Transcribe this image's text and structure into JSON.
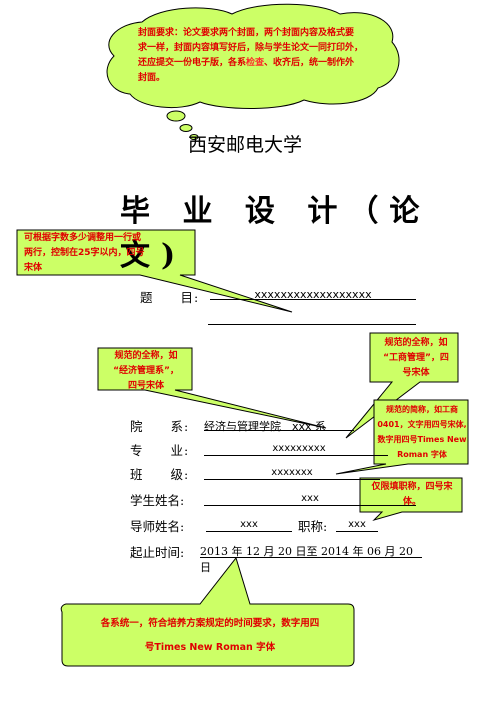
{
  "callouts": {
    "cover": {
      "prefix": "封面要求：",
      "lines": [
        "论文要求两个封面，两个封面内容及格式要",
        "求一样，封面内容填写好后，除与学生论文一同打印外，",
        "还应提交一份电子版，各系",
        "、收齐后，统一制作外",
        "封面。"
      ],
      "highlight": "检查"
    },
    "title_note": [
      "可根据字数多少调整用一行或",
      "两行，控制在25字以内，四号",
      "宋体"
    ],
    "dept_fullname": [
      "规范的全称，如",
      "“经济管理系”，",
      "四号宋体"
    ],
    "major_fullname": [
      "规范的全称，如",
      "“工商管理”，四",
      "号宋体"
    ],
    "class_abbrev": [
      "规范的简称，如工商",
      "0401，文字用四号宋体,",
      "数字用四号Times New",
      "Roman 字体"
    ],
    "title_rank": [
      "仅限填职称，四号宋",
      "体。"
    ],
    "time_note": [
      "各系统一，符合培养方案规定的时间要求，数字用四",
      "号Times New Roman  字体"
    ]
  },
  "university": "西安邮电大学",
  "main_title": "毕 业 设 计（论 文)",
  "fields": {
    "topic_label": "题　　目:",
    "topic_value": "xxxxxxxxxxxxxxxxxx",
    "dept_label": "院　　系:",
    "dept_value": "经济与管理学院　xxx 系",
    "major_label": "专　　业:",
    "major_value": "xxxxxxxxx",
    "class_label": "班　　级:",
    "class_value": "xxxxxxx",
    "student_label": "学生姓名:",
    "student_value": "xxx",
    "advisor_label": "导师姓名:",
    "advisor_value": "xxx",
    "rank_label": "职称:",
    "rank_value": "xxx",
    "time_label": "起止时间:",
    "time_value": "2013 年 12 月 20 日至 2014 年 06 月 20 日"
  },
  "colors": {
    "bubble_fill": "#ccff66",
    "bubble_stroke": "#000000",
    "note_text": "#e00000"
  }
}
